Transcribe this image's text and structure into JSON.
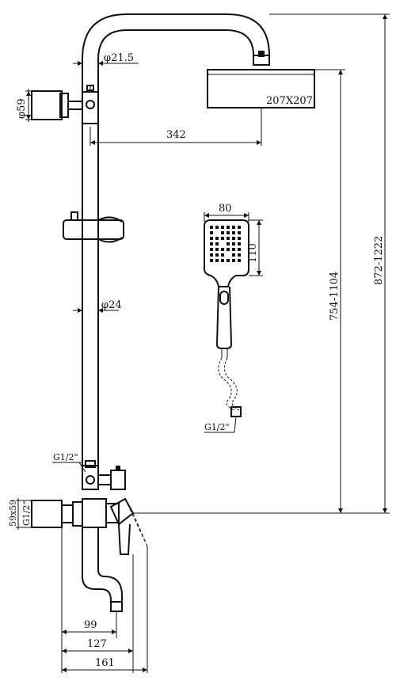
{
  "dimensions": {
    "pipe_diameter_top": "φ21.5",
    "wall_mount_diameter": "φ59",
    "head_size": "207X207",
    "arm_reach": "342",
    "handshower_width": "80",
    "handshower_height": "110",
    "rail_diameter": "φ24",
    "height_range_head": "754-1104",
    "height_range_total": "872-1222",
    "hose_thread": "G1/2\"",
    "outlet_thread": "G1/2\"",
    "mixer_escutcheon": "59x59",
    "mixer_thread": "G1/2\"",
    "spout_depth_1": "99",
    "spout_depth_2": "127",
    "spout_depth_3": "161"
  }
}
